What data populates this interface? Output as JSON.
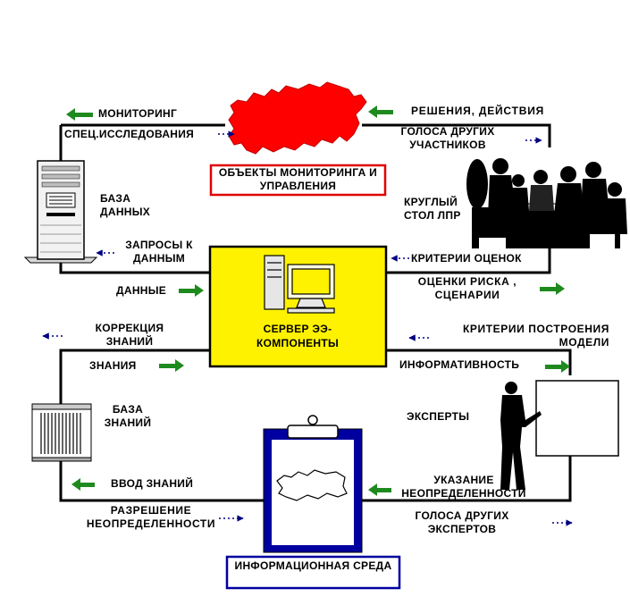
{
  "colors": {
    "arrow": "#1e8a1e",
    "dotted_arrow": "#000080",
    "center_box": "#fff200",
    "russia": "#ff0000",
    "objects_box_border": "#e00000",
    "info_box_border": "#0000a0"
  },
  "top": {
    "monitoring": "МОНИТОРИНГ",
    "special_research": "СПЕЦ.ИССЛЕДОВАНИЯ",
    "objects": "ОБЪЕКТЫ МОНИТОРИНГА И УПРАВЛЕНИЯ",
    "decisions": "РЕШЕНИЯ,  ДЕЙСТВИЯ",
    "other_voices": "ГОЛОСА ДРУГИХ УЧАСТНИКОВ"
  },
  "database": {
    "label": "БАЗА ДАННЫХ",
    "queries": "ЗАПРОСЫ К ДАННЫМ",
    "data": "ДАННЫЕ",
    "icon": "server-tower-icon"
  },
  "round_table": {
    "label": "КРУГЛЫЙ СТОЛ ЛПР",
    "criteria": "КРИТЕРИИ ОЦЕНОК",
    "risk": "ОЦЕНКИ РИСКА , СЦЕНАРИИ",
    "icon": "meeting-people-icon"
  },
  "server": {
    "label": "СЕРВЕР ЭЭ- КОМПОНЕНТЫ",
    "icon": "computer-icon"
  },
  "knowledge": {
    "correction": "КОРРЕКЦИЯ ЗНАНИЙ",
    "knowledge": "ЗНАНИЯ",
    "base": "БАЗА ЗНАНИЙ",
    "input": "ВВОД ЗНАНИЙ",
    "resolution": "РАЗРЕШЕНИЕ НЕОПРЕДЕЛЕННОСТИ",
    "icon": "file-cabinet-icon"
  },
  "experts": {
    "criteria": "КРИТЕРИИ  ПОСТРОЕНИЯ МОДЕЛИ",
    "informativeness": "ИНФОРМАТИВНОСТЬ",
    "experts": "ЭКСПЕРТЫ",
    "uncertainty": "УКАЗАНИЕ НЕОПРЕДЕЛЕННОСТИ",
    "other_voices": "ГОЛОСА ДРУГИХ ЭКСПЕРТОВ",
    "icon": "presenter-icon"
  },
  "info_env": {
    "label": "ИНФОРМАЦИОННАЯ СРЕДА",
    "icon": "clipboard-map-icon"
  }
}
